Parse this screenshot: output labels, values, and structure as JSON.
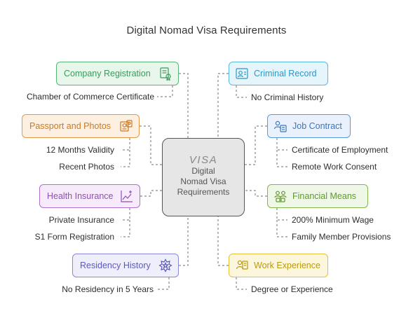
{
  "title": "Digital Nomad Visa Requirements",
  "center": {
    "badge": "VISA",
    "lines": [
      "Digital",
      "Nomad Visa",
      "Requirements"
    ]
  },
  "colors": {
    "green": "#57b677",
    "orange": "#e29a48",
    "purple": "#ad6fd2",
    "violet": "#8a87d6",
    "cyan": "#56b9e2",
    "blue": "#5b9ad8",
    "lime": "#82b84a",
    "yellow": "#e0c43a"
  },
  "left": [
    {
      "label": "Company Registration",
      "icon": "certificate-icon",
      "items": [
        "Chamber of Commerce Certificate"
      ]
    },
    {
      "label": "Passport and Photos",
      "icon": "passport-icon",
      "items": [
        "12 Months Validity",
        "Recent Photos"
      ]
    },
    {
      "label": "Health Insurance",
      "icon": "health-chart-icon",
      "items": [
        "Private Insurance",
        "S1 Form Registration"
      ]
    },
    {
      "label": "Residency History",
      "icon": "badge-star-icon",
      "items": [
        "No Residency in 5 Years"
      ]
    }
  ],
  "right": [
    {
      "label": "Criminal Record",
      "icon": "id-record-icon",
      "items": [
        "No Criminal History"
      ]
    },
    {
      "label": "Job Contract",
      "icon": "contract-icon",
      "items": [
        "Certificate of Employment",
        "Remote Work Consent"
      ]
    },
    {
      "label": "Financial Means",
      "icon": "money-people-icon",
      "items": [
        "200% Minimum Wage",
        "Family Member Provisions"
      ]
    },
    {
      "label": "Work Experience",
      "icon": "experience-icon",
      "items": [
        "Degree or Experience"
      ]
    }
  ]
}
